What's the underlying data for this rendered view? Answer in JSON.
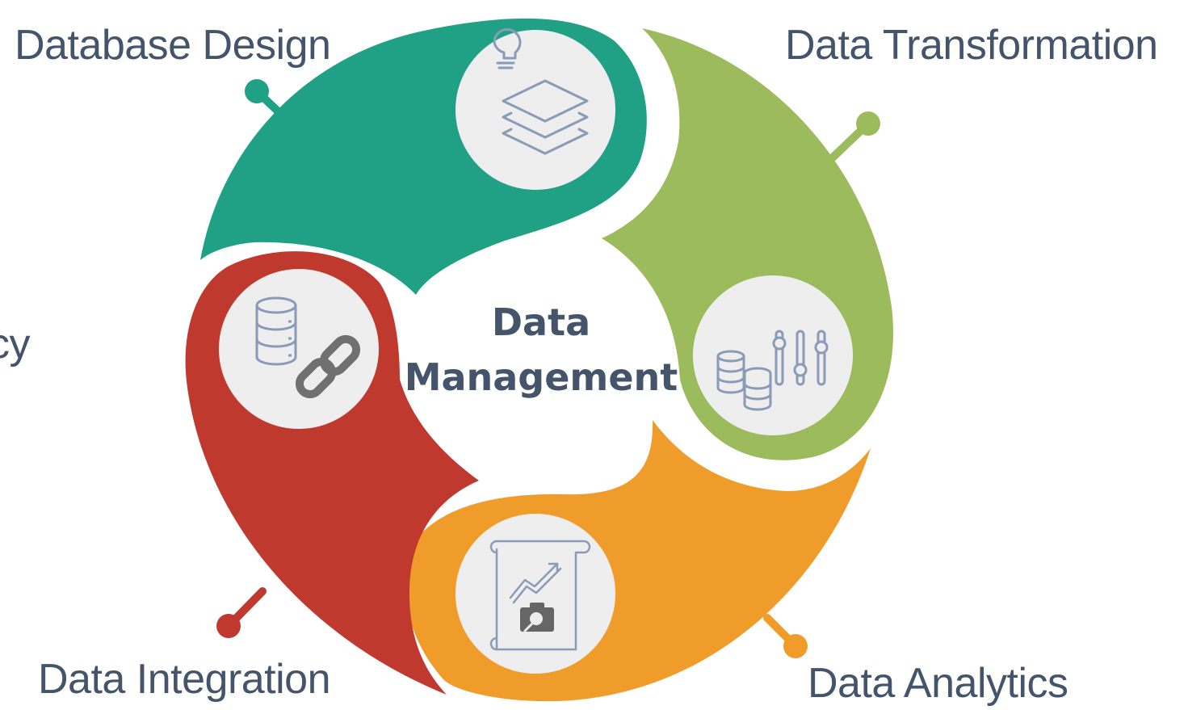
{
  "diagram": {
    "center": {
      "line1": "Data",
      "line2": "Management"
    },
    "segments": [
      {
        "label": "Database Design",
        "color": "#20a085",
        "icon": "layers-lightbulb-icon"
      },
      {
        "label": "Data Transformation",
        "color": "#9bbb5c",
        "icon": "database-sliders-icon"
      },
      {
        "label": "Data Analytics",
        "color": "#f09c2a",
        "icon": "report-growth-icon"
      },
      {
        "label": "Data Integration",
        "color": "#c0392f",
        "icon": "database-link-icon"
      }
    ],
    "partial_text": "cy",
    "icon_stroke": "#8a9bb8",
    "icon_bg": "#eeeeee"
  }
}
